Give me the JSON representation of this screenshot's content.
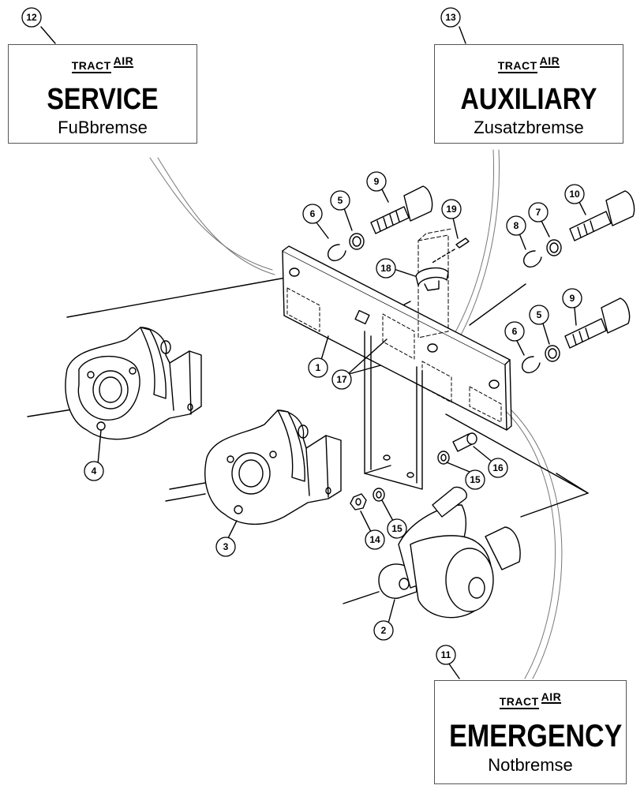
{
  "decals": [
    {
      "id": "12",
      "brand_left": "TRACT",
      "brand_right": "AIR",
      "title": "SERVICE",
      "subtitle": "FuBbremse"
    },
    {
      "id": "13",
      "brand_left": "TRACT",
      "brand_right": "AIR",
      "title": "AUXILIARY",
      "subtitle": "Zusatzbremse"
    },
    {
      "id": "11",
      "brand_left": "TRACT",
      "brand_right": "AIR",
      "title": "EMERGENCY",
      "subtitle": "Notbremse"
    }
  ],
  "callouts": [
    "12",
    "13",
    "9",
    "10",
    "19",
    "6",
    "5",
    "8",
    "7",
    "18",
    "9",
    "6",
    "5",
    "1",
    "17",
    "4",
    "16",
    "15",
    "3",
    "14",
    "15",
    "2",
    "11"
  ]
}
